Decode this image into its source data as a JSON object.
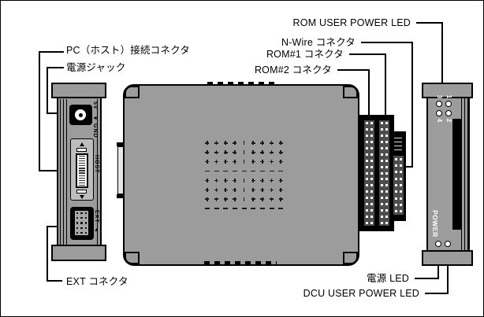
{
  "callouts": {
    "pc_host_connector": "PC（ホスト）接続コネクタ",
    "power_jack": "電源ジャック",
    "ext_connector": "EXT コネクタ",
    "rom_user_power_led": "ROM USER POWER LED",
    "nwire_connector": "N-Wire コネクタ",
    "rom1_connector": "ROM#1 コネクタ",
    "rom2_connector": "ROM#2 コネクタ",
    "power_led": "電源 LED",
    "dcu_user_power_led": "DCU USER POWER LED"
  },
  "left_panel": {
    "jack_5v": "5V",
    "jack_polarity": "◄",
    "jack_gnd": "GND",
    "host": "HOST",
    "ext": "EXT",
    "ext_arrow": "▲"
  },
  "right_panel": {
    "power": "POWER",
    "led_numbers": [
      "3",
      "1",
      "4",
      "2"
    ]
  },
  "colors": {
    "device_gray": "#9c9c9c",
    "strip_dark": "#4d4d4d",
    "black": "#000000",
    "white": "#ffffff"
  },
  "grids": {
    "vent_dots": {
      "rows": 8,
      "cols": 9,
      "dash_rows": [
        3,
        7
      ],
      "bar_col": 4
    },
    "rom_strip_pins": {
      "rows": 17,
      "cols": 2
    },
    "nwire_pins": {
      "rows": 9,
      "cols": 2
    },
    "ext_pins": {
      "rows": 5,
      "cols": 3
    },
    "host_pin_lines": {
      "count": 13
    },
    "nwire_socket_lines": {
      "count": 4
    }
  }
}
